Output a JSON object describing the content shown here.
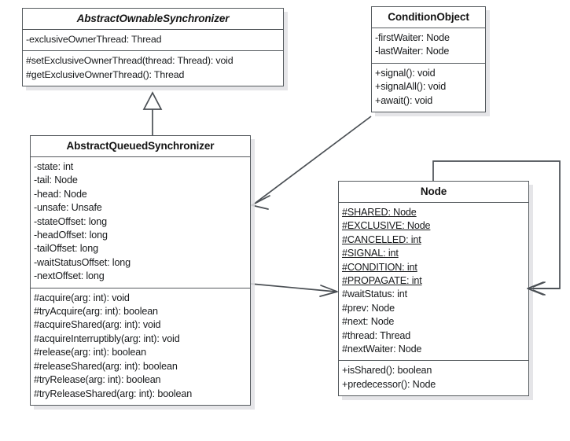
{
  "diagram": {
    "title": "AbstractQueuedSynchronizer UML class diagram",
    "type": "uml-class-diagram",
    "background": "#ffffff",
    "border_color": "#555a5e",
    "shadow_color": "#e1e1e4",
    "line_color": "#4a4f54"
  },
  "classes": {
    "abstract_ownable_synchronizer": {
      "name": "AbstractOwnableSynchronizer",
      "is_abstract": true,
      "attributes": [
        {
          "text": "-exclusiveOwnerThread: Thread",
          "static": false
        }
      ],
      "methods": [
        {
          "text": "#setExclusiveOwnerThread(thread: Thread): void",
          "static": false
        },
        {
          "text": "#getExclusiveOwnerThread(): Thread",
          "static": false
        }
      ]
    },
    "condition_object": {
      "name": "ConditionObject",
      "is_abstract": false,
      "attributes": [
        {
          "text": "-firstWaiter: Node",
          "static": false
        },
        {
          "text": "-lastWaiter: Node",
          "static": false
        }
      ],
      "methods": [
        {
          "text": "+signal(): void",
          "static": false
        },
        {
          "text": "+signalAll(): void",
          "static": false
        },
        {
          "text": "+await(): void",
          "static": false
        }
      ]
    },
    "abstract_queued_synchronizer": {
      "name": "AbstractQueuedSynchronizer",
      "is_abstract": false,
      "attributes": [
        {
          "text": "-state: int",
          "static": false
        },
        {
          "text": "-tail: Node",
          "static": false
        },
        {
          "text": "-head: Node",
          "static": false
        },
        {
          "text": "-unsafe: Unsafe",
          "static": false
        },
        {
          "text": "-stateOffset: long",
          "static": false
        },
        {
          "text": "-headOffset: long",
          "static": false
        },
        {
          "text": "-tailOffset: long",
          "static": false
        },
        {
          "text": "-waitStatusOffset: long",
          "static": false
        },
        {
          "text": "-nextOffset: long",
          "static": false
        }
      ],
      "methods": [
        {
          "text": "#acquire(arg: int): void",
          "static": false
        },
        {
          "text": "#tryAcquire(arg: int): boolean",
          "static": false
        },
        {
          "text": "#acquireShared(arg: int): void",
          "static": false
        },
        {
          "text": "#acquireInterruptibly(arg: int): void",
          "static": false
        },
        {
          "text": "#release(arg: int): boolean",
          "static": false
        },
        {
          "text": "#releaseShared(arg: int): boolean",
          "static": false
        },
        {
          "text": "#tryRelease(arg: int): boolean",
          "static": false
        },
        {
          "text": "#tryReleaseShared(arg: int): boolean",
          "static": false
        }
      ]
    },
    "node": {
      "name": "Node",
      "is_abstract": false,
      "attributes": [
        {
          "text": "#SHARED: Node",
          "static": true
        },
        {
          "text": "#EXCLUSIVE: Node",
          "static": true
        },
        {
          "text": "#CANCELLED: int",
          "static": true
        },
        {
          "text": "#SIGNAL: int",
          "static": true
        },
        {
          "text": "#CONDITION: int",
          "static": true
        },
        {
          "text": "#PROPAGATE: int",
          "static": true
        },
        {
          "text": "#waitStatus: int",
          "static": false
        },
        {
          "text": "#prev: Node",
          "static": false
        },
        {
          "text": "#next: Node",
          "static": false
        },
        {
          "text": "#thread: Thread",
          "static": false
        },
        {
          "text": "#nextWaiter: Node",
          "static": false
        }
      ],
      "methods": [
        {
          "text": "+isShared(): boolean",
          "static": false
        },
        {
          "text": "+predecessor(): Node",
          "static": false
        }
      ]
    }
  },
  "relations": [
    {
      "id": "inheritance-aqs-aos",
      "kind": "generalization",
      "from": "abstract_queued_synchronizer",
      "to": "abstract_ownable_synchronizer",
      "arrowhead": "hollow-triangle"
    },
    {
      "id": "assoc-co-aqs",
      "kind": "association",
      "from": "condition_object",
      "to": "abstract_queued_synchronizer",
      "arrowhead": "open-arrow"
    },
    {
      "id": "assoc-aqs-node",
      "kind": "association",
      "from": "abstract_queued_synchronizer",
      "to": "node",
      "arrowhead": "open-arrow"
    },
    {
      "id": "assoc-node-node",
      "kind": "self-association",
      "from": "node",
      "to": "node",
      "arrowhead": "open-arrow"
    }
  ]
}
